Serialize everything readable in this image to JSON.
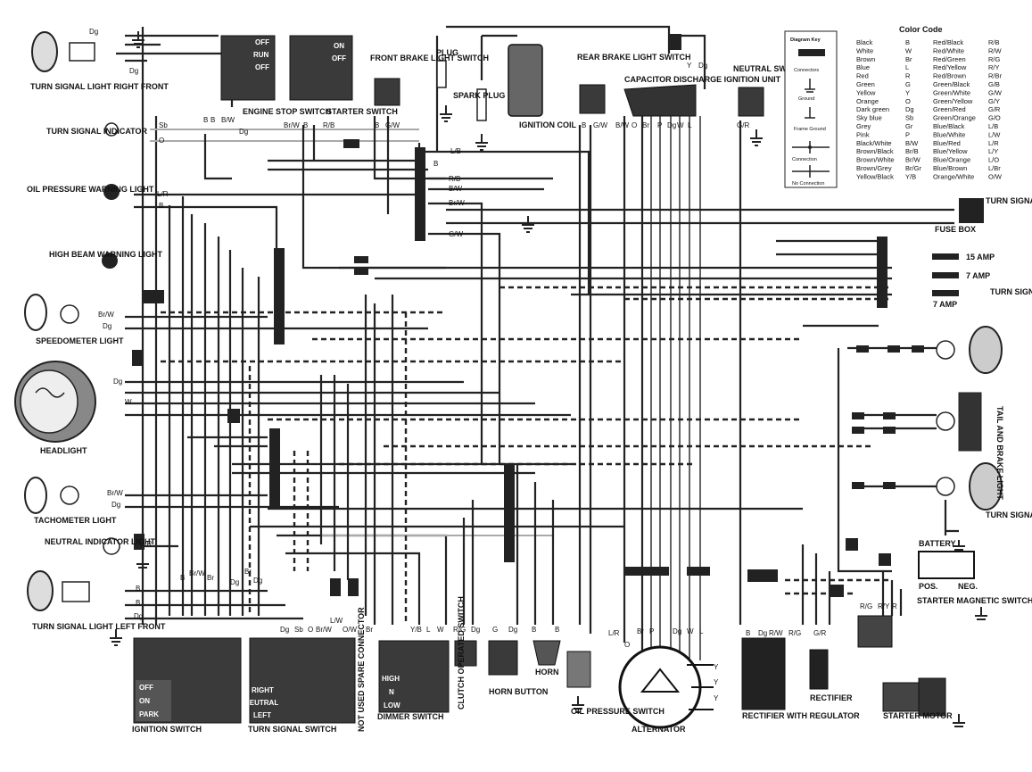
{
  "components": {
    "turn_signal_right_front": "TURN SIGNAL LIGHT RIGHT FRONT",
    "turn_signal_indicator": "TURN SIGNAL INDICATOR",
    "oil_pressure_warning_light": "OIL PRESSURE WARNING LIGHT",
    "high_beam_warning_light": "HIGH BEAM WARNING LIGHT",
    "speedometer_light": "SPEEDOMETER LIGHT",
    "headlight": "HEADLIGHT",
    "tachometer_light": "TACHOMETER LIGHT",
    "neutral_indicator_light": "NEUTRAL INDICATOR LIGHT",
    "turn_signal_left_front": "TURN SIGNAL LIGHT LEFT FRONT",
    "engine_stop_switch": "ENGINE STOP SWITCH",
    "starter_switch": "STARTER SWITCH",
    "front_brake_light_switch": "FRONT BRAKE LIGHT SWITCH",
    "plug": "PLUG",
    "spark_plug": "SPARK PLUG",
    "ignition_coil": "IGNITION COIL",
    "rear_brake_light_switch": "REAR BRAKE LIGHT SWITCH",
    "cdi_unit": "CAPACITOR DISCHARGE IGNITION UNIT",
    "neutral_switch": "NEUTRAL SWITCH",
    "turn_signal_relay": "TURN SIGNAL RELAY",
    "fuse_box": "FUSE BOX",
    "turn_signal_right_rear": "TURN SIGNAL LIGHT RIGHT REAR",
    "tail_brake_light": "TAIL AND BRAKE LIGHT",
    "turn_signal_left_rear": "TURN SIGNAL LIGHT LEFT REAR",
    "battery": "BATTERY",
    "battery_pos": "POS.",
    "battery_neg": "NEG.",
    "starter_magnetic_switch": "STARTER MAGNETIC SWITCH",
    "starter_motor": "STARTER MOTOR",
    "ignition_switch": "IGNITION SWITCH",
    "turn_signal_switch": "TURN SIGNAL SWITCH",
    "spare_connector": "NOT USED SPARE CONNECTOR",
    "dimmer_switch": "DIMMER SWITCH",
    "clutch_switch": "CLUTCH OPERATED SWITCH",
    "horn_button": "HORN BUTTON",
    "horn": "HORN",
    "oil_pressure_switch": "OIL PRESSURE SWITCH",
    "alternator": "ALTERNATOR",
    "rectifier_regulator": "RECTIFIER WITH REGULATOR",
    "rectifier": "RECTIFIER"
  },
  "fuses": [
    "15 AMP",
    "7 AMP",
    "7 AMP"
  ],
  "switch_states": {
    "engine_stop": [
      "OFF",
      "RUN",
      "OFF"
    ],
    "starter": [
      "ON",
      "OFF"
    ],
    "ignition": [
      "OFF",
      "ON",
      "PARK"
    ],
    "turn_signal": [
      "RIGHT",
      "NEUTRAL",
      "LEFT"
    ],
    "dimmer": [
      "HIGH",
      "N",
      "LOW"
    ]
  },
  "color_code": {
    "title": "Color Code",
    "entries": [
      [
        "Black",
        "B"
      ],
      [
        "White",
        "W"
      ],
      [
        "Brown",
        "Br"
      ],
      [
        "Blue",
        "L"
      ],
      [
        "Red",
        "R"
      ],
      [
        "Green",
        "G"
      ],
      [
        "Yellow",
        "Y"
      ],
      [
        "Orange",
        "O"
      ],
      [
        "Dark green",
        "Dg"
      ],
      [
        "Sky blue",
        "Sb"
      ],
      [
        "Grey",
        "Gr"
      ],
      [
        "Pink",
        "P"
      ],
      [
        "Black/White",
        "B/W"
      ],
      [
        "Brown/Black",
        "Br/B"
      ],
      [
        "Brown/White",
        "Br/W"
      ],
      [
        "Brown/Grey",
        "Br/Gr"
      ],
      [
        "Yellow/Black",
        "Y/B"
      ],
      [
        "Red/Black",
        "R/B"
      ],
      [
        "Red/White",
        "R/W"
      ],
      [
        "Red/Green",
        "R/G"
      ],
      [
        "Red/Yellow",
        "R/Y"
      ],
      [
        "Red/Brown",
        "R/Br"
      ],
      [
        "Green/Black",
        "G/B"
      ],
      [
        "Green/White",
        "G/W"
      ],
      [
        "Green/Yellow",
        "G/Y"
      ],
      [
        "Green/Red",
        "G/R"
      ],
      [
        "Green/Orange",
        "G/O"
      ],
      [
        "Blue/Black",
        "L/B"
      ],
      [
        "Blue/White",
        "L/W"
      ],
      [
        "Blue/Red",
        "L/R"
      ],
      [
        "Blue/Yellow",
        "L/Y"
      ],
      [
        "Blue/Orange",
        "L/O"
      ],
      [
        "Blue/Brown",
        "L/Br"
      ],
      [
        "Orange/White",
        "O/W"
      ]
    ]
  },
  "diagram_key": {
    "title": "Diagram Key",
    "items": [
      "Connectors",
      "Ground",
      "Frame Ground",
      "Connection",
      "No Connection"
    ]
  },
  "wire_labels": {
    "top": [
      "Dg",
      "Dg",
      "B",
      "B",
      "B/W",
      "Dg",
      "Br/W",
      "B",
      "R/B",
      "B",
      "G/W",
      "B",
      "G/W",
      "B/W",
      "O",
      "Br",
      "P",
      "Dg",
      "W",
      "L",
      "Y",
      "Dg",
      "G/R"
    ],
    "left": [
      "Sb",
      "O",
      "L/R",
      "B",
      "Br/W",
      "Dg",
      "Dg",
      "W",
      "Br/W",
      "Dg",
      "G/R",
      "B",
      "B",
      "Dg"
    ],
    "center": [
      "L/B",
      "B",
      "R/B",
      "B/W",
      "Br/W",
      "G/W"
    ],
    "bottom_ignition": [
      "B",
      "Br/W",
      "Br",
      "Dg",
      "Br",
      "Dg"
    ],
    "bottom_turn": [
      "Dg",
      "Sb",
      "O",
      "Br/W",
      "L/W",
      "O/W",
      "Br"
    ],
    "bottom_dimmer": [
      "Y/B",
      "L",
      "W"
    ],
    "bottom_clutch": [
      "R/G",
      "Dg",
      "G",
      "Dg"
    ],
    "bottom_horn": [
      "B",
      "B"
    ],
    "bottom_oil": [
      "L/R"
    ],
    "alternator": [
      "O",
      "Br",
      "P",
      "Dg",
      "W",
      "L",
      "Y",
      "Y",
      "Y"
    ],
    "regulator": [
      "B",
      "Dg",
      "R/W",
      "R/G",
      "G/R"
    ],
    "starter": [
      "R/G",
      "R/Y",
      "R"
    ]
  }
}
